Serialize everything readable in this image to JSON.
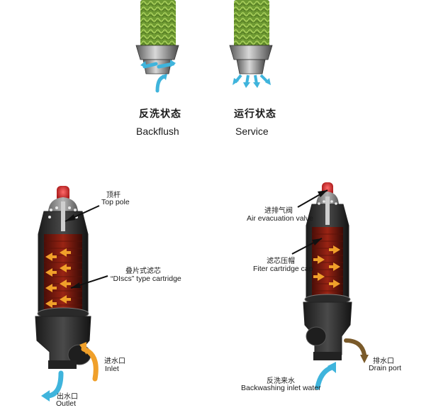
{
  "top": {
    "backflush_cn": "反洗状态",
    "backflush_en": "Backflush",
    "service_cn": "运行状态",
    "service_en": "Service"
  },
  "left_filter": {
    "top_pole_cn": "顶杆",
    "top_pole_en": "Top pole",
    "discs_cn": "叠片式滤芯",
    "discs_en": "“DIscs” type cartridge",
    "inlet_cn": "进水口",
    "inlet_en": "Inlet",
    "outlet_cn": "出水口",
    "outlet_en": "Outlet"
  },
  "right_filter": {
    "air_cn": "进排气阀",
    "air_en": "Air evacuation valve",
    "cap_cn": "滤芯压帽",
    "cap_en": "Fiter cartridge cap",
    "drain_cn": "排水口",
    "drain_en": "Drain port",
    "backwash_cn": "反洗来水",
    "backwash_en": "Backwashing inlet water"
  },
  "colors": {
    "disc_green": "#7fa63a",
    "cartridge_red": "#8a1d12",
    "flow_orange": "#f0a02a",
    "flow_blue": "#3fb4dc",
    "drain_brown": "#7a5a2a"
  }
}
